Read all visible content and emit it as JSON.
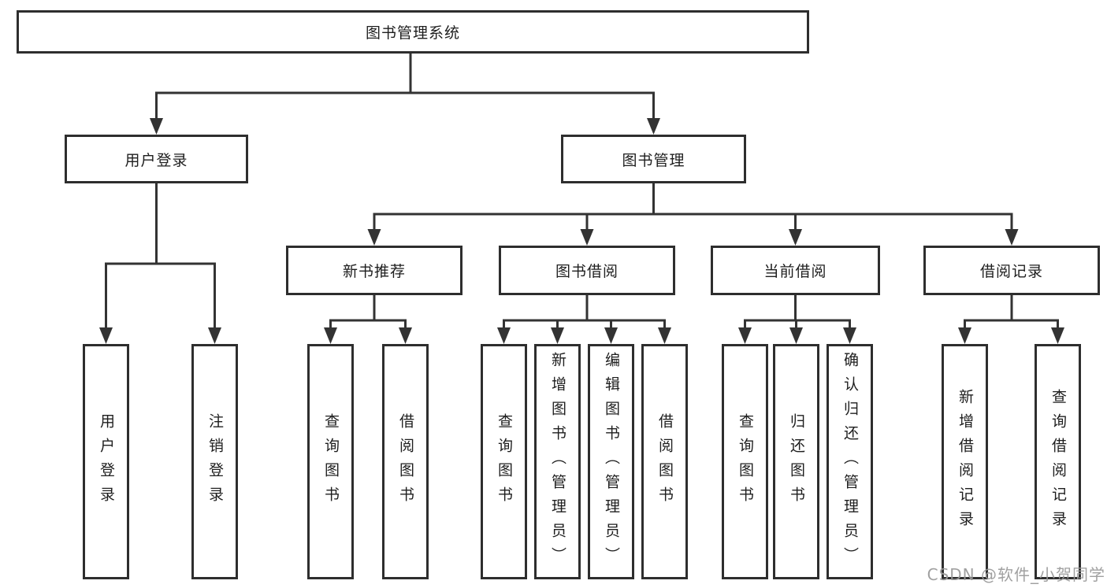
{
  "tree": {
    "label": "图书管理系统",
    "children": [
      {
        "label": "用户登录",
        "children": [
          {
            "label": "用户登录"
          },
          {
            "label": "注销登录"
          }
        ]
      },
      {
        "label": "图书管理",
        "children": [
          {
            "label": "新书推荐",
            "children": [
              {
                "label": "查询图书"
              },
              {
                "label": "借阅图书"
              }
            ]
          },
          {
            "label": "图书借阅",
            "children": [
              {
                "label": "查询图书"
              },
              {
                "label": "新增图书（管理员）"
              },
              {
                "label": "编辑图书（管理员）"
              },
              {
                "label": "借阅图书"
              }
            ]
          },
          {
            "label": "当前借阅",
            "children": [
              {
                "label": "查询图书"
              },
              {
                "label": "归还图书"
              },
              {
                "label": "确认归还（管理员）"
              }
            ]
          },
          {
            "label": "借阅记录",
            "children": [
              {
                "label": "新增借阅记录"
              },
              {
                "label": "查询借阅记录"
              }
            ]
          }
        ]
      }
    ]
  },
  "watermark": {
    "text": "CSDN @软件_小贺同学"
  },
  "colors": {
    "line": "#333333",
    "box_border": "#2e2e2e",
    "text": "#1e1e1e",
    "watermark": "#999999",
    "background": "#ffffff"
  }
}
